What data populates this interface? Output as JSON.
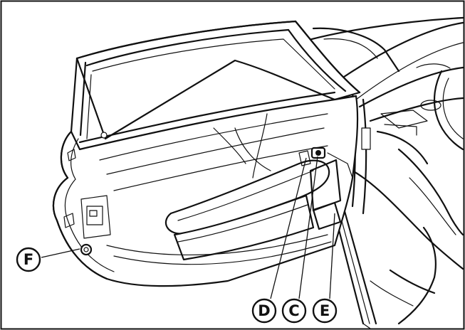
{
  "figure": {
    "callouts": [
      {
        "id": "F",
        "label": "F"
      },
      {
        "id": "D",
        "label": "D"
      },
      {
        "id": "C",
        "label": "C"
      },
      {
        "id": "E",
        "label": "E"
      }
    ]
  }
}
